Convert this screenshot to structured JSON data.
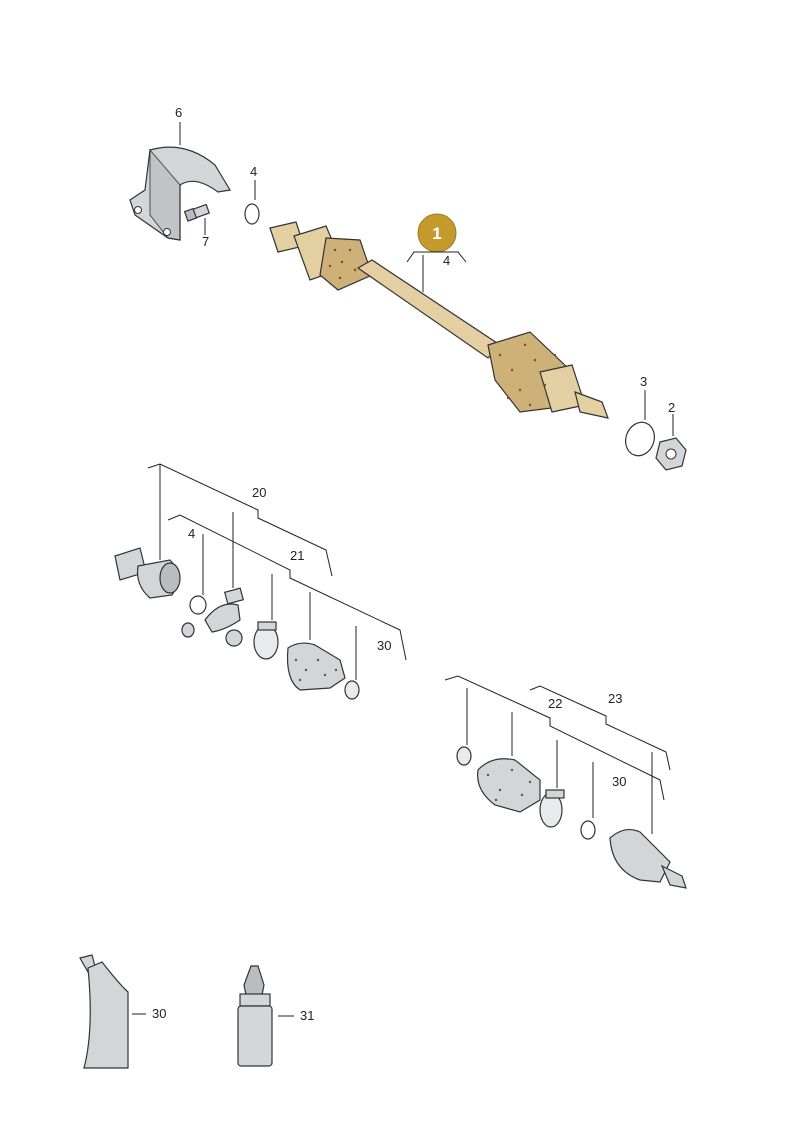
{
  "badge": {
    "label": "1",
    "color": "#c49a2c"
  },
  "callouts": {
    "c6": "6",
    "c4a": "4",
    "c7": "7",
    "c4b": "4",
    "c3": "3",
    "c2": "2",
    "c20": "20",
    "c4c": "4",
    "c21": "21",
    "c30a": "30",
    "c22": "22",
    "c23": "23",
    "c30b": "30",
    "c30c": "30",
    "c31": "31"
  },
  "colors": {
    "highlight": "#e3cfa2",
    "part_grey": "#d3d6d8",
    "line": "#222222"
  }
}
